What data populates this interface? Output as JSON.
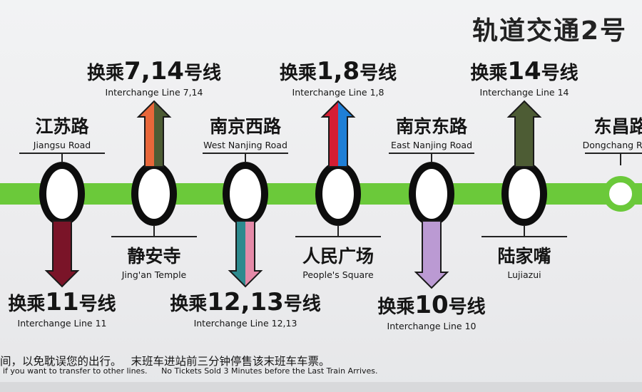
{
  "header": {
    "title": "轨道交通2号"
  },
  "line_color": "#6bc93a",
  "stations": [
    {
      "zh": "江苏路",
      "en": "Jiangsu Road",
      "label_side": "top",
      "transfer": {
        "pre": "换乘",
        "num": "11",
        "suf": "号线",
        "en": "Interchange Line 11",
        "direction": "down",
        "colors": [
          "#7a1428"
        ]
      }
    },
    {
      "zh": "静安寺",
      "en": "Jing'an Temple",
      "label_side": "bottom",
      "transfer": {
        "pre": "换乘",
        "num": "7,14",
        "suf": "号线",
        "en": "Interchange Line 7,14",
        "direction": "up",
        "colors": [
          "#e8673a",
          "#4d5c34"
        ]
      }
    },
    {
      "zh": "南京西路",
      "en": "West Nanjing Road",
      "label_side": "top",
      "transfer": {
        "pre": "换乘",
        "num": "12,13",
        "suf": "号线",
        "en": "Interchange Line 12,13",
        "direction": "down",
        "colors": [
          "#2d8a8e",
          "#e58aa8"
        ]
      }
    },
    {
      "zh": "人民广场",
      "en": "People's Square",
      "label_side": "bottom",
      "transfer": {
        "pre": "换乘",
        "num": "1,8",
        "suf": "号线",
        "en": "Interchange Line 1,8",
        "direction": "up",
        "colors": [
          "#d51d33",
          "#1f7fd6"
        ]
      }
    },
    {
      "zh": "南京东路",
      "en": "East Nanjing Road",
      "label_side": "top",
      "transfer": {
        "pre": "换乘",
        "num": "10",
        "suf": "号线",
        "en": "Interchange Line 10",
        "direction": "down",
        "colors": [
          "#bb9ad3"
        ]
      }
    },
    {
      "zh": "陆家嘴",
      "en": "Lujiazui",
      "label_side": "bottom",
      "transfer": {
        "pre": "换乘",
        "num": "14",
        "suf": "号线",
        "en": "Interchange Line 14",
        "direction": "up",
        "colors": [
          "#4d5c34"
        ]
      }
    },
    {
      "zh": "东昌路",
      "en": "Dongchang Road",
      "label_side": "top",
      "transfer": null
    }
  ],
  "footer": {
    "zh_left": "间，以免耽误您的出行。",
    "zh_right": "末班车进站前三分钟停售该末班车车票。",
    "en_left": "if you want to transfer to other lines.",
    "en_right": "No Tickets Sold 3 Minutes before the Last Train Arrives."
  }
}
